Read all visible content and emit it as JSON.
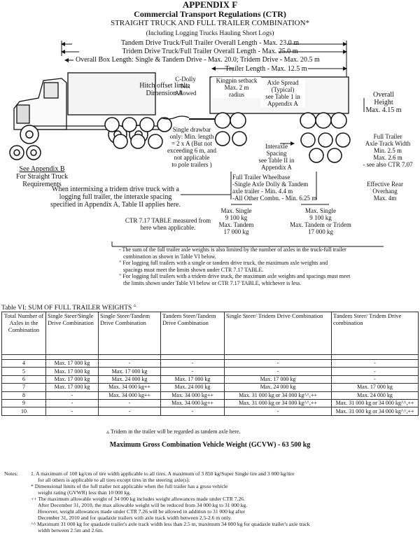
{
  "header": {
    "appendix": "APPENDIX F",
    "regs": "Commercial Transport Regulations (CTR)",
    "combo": "STRAIGHT TRUCK AND FULL TRAILER COMBINATION*",
    "logging": "(Including Logging Trucks Hauling Short Logs)"
  },
  "dims": {
    "tandem_overall": "Tandem Drive Truck/Full Trailer Overall Length - Max. 23.0 m",
    "tridem_overall": "Tridem Drive Truck/Full Trailer Overall Length - Max. 25.0 m",
    "box_length": "Overall Box Length: Single & Tandem Drive - Max. 20.0; Tridem Drive - Max. 20.5 m",
    "trailer_length": "Trailer Length - Max. 12.5 m"
  },
  "labels": {
    "hitch": [
      "Hitch offset limit:",
      "Dimension A"
    ],
    "cdolly": [
      "C-Dolly",
      "Not",
      "Allowed"
    ],
    "kingpin": [
      "Kingpin setback",
      "Max. 2 m",
      "radius"
    ],
    "axle_spread": [
      "Axle Spread",
      "(Typical)",
      "see Table 1 in",
      "Appendix A"
    ],
    "height": [
      "Overall",
      "Height",
      "Max. 4.15 m"
    ],
    "drawbar": [
      "Single drawbar",
      "only: Min. length",
      "= 2 x A (But not",
      "exceeding 6 m, and",
      "not applicable",
      "to pole trailers )"
    ],
    "interaxle": [
      "Interaxle",
      "Spacing",
      "see Table II in",
      "Appendix A"
    ],
    "track_width": [
      "Full Trailer",
      "Axle Track Width",
      "Min. 2.5 m",
      "Max. 2.6 m",
      "- see also CTR 7.07"
    ],
    "appendix_b": [
      "See Appendix B",
      "For Straight Truck",
      "Requirements"
    ],
    "tridem_note": [
      "When intermixing a tridem drive truck with a",
      "logging full trailer, the interaxle spacing",
      "specified in Appendix A, Table II applies here."
    ],
    "wheelbase": [
      "Full Trailer Wheelbase",
      "-Single Axle Dolly & Tandem",
      "axle trailer - Min. 4.4 m",
      "-All Other Combn. - Min. 6.25 m"
    ],
    "rear_overhang": [
      "Effective Rear",
      "Overhang",
      "Max. 4m"
    ],
    "ctr717": [
      "CTR 7.17 TABLE measured from",
      "here when applicable."
    ],
    "front_axle_max": [
      "Max. Single",
      "9 100 kg",
      "Max. Tandem",
      "17 000 kg"
    ],
    "rear_axle_max": [
      "Max. Single",
      "9 100 kg",
      "Max. Tandem or Tridem",
      "17 000 kg"
    ]
  },
  "footnotes": {
    "f1": [
      "- The sum of the full trailer axle weights is also limited by the number of axles in the truck-full trailer",
      "combination as shown in Table VI below."
    ],
    "f2": [
      "\" For logging full trailers with a single or tandem drive truck, the maximum axle weights and",
      "spacings must meet the limits shown under CTR 7.17 TABLE."
    ],
    "f3": [
      "\" For logging full trailers with a tridem drive truck, the maximum axle weights and spacings must meet",
      "the limits shown under Table VI below or CTR 7.17 TABLE, whichever is less."
    ]
  },
  "table": {
    "caption": "Table VI: SUM OF FULL TRAILER WEIGHTS",
    "caption_mark": "▵",
    "headers": [
      "Total Number of Axles in the Combination",
      "Single Steer/Single Drive Combination",
      "Single Steer/Tandem Drive Combination",
      "Tandem Steer/Tandem Drive Combination",
      "Single Steer/ Tridem Drive Combination",
      "Tandem Steer/ Tridem Drive combination"
    ],
    "rows": [
      [
        "4",
        "Max. 17 000 kg",
        "-",
        "-",
        "-",
        "-"
      ],
      [
        "5",
        "Max. 17 000 kg",
        "Max. 17 000 kg",
        "-",
        "-",
        "-"
      ],
      [
        "6",
        "Max. 17 000 kg",
        "Max. 24 000 kg",
        "Max. 17 000 kg",
        "Max. 17 000 kg",
        "-"
      ],
      [
        "7",
        "Max. 17 000 kg",
        "Max. 34 000 kg++",
        "Max. 24 000 kg",
        "Max. 24 000 kg",
        "Max. 17 000 kg"
      ],
      [
        "8",
        "-",
        "Max. 34 000 kg++",
        "Max. 34 000 kg++",
        "Max. 31 000 kg or 34 000 kg^^,++",
        "Max. 24 000 kg"
      ],
      [
        "9",
        "-",
        "-",
        "Max. 34 000 kg++",
        "Max. 31 000 kg or 34 000 kg^^,++",
        "Max. 31 000 kg or 34 000 kg^^,++"
      ],
      [
        "10",
        "-",
        "-",
        "-",
        "-",
        "Max. 31 000 kg or 34 000 kg^^,++"
      ]
    ],
    "tridem_note": "▵ Tridem in the trailer will be regarded as tandem axle here."
  },
  "gcvw": "Maximum Gross Combination Vehicle Weight (GCVW) - 63 500 kg",
  "notes": {
    "label": "Notes:",
    "lines": [
      "1. A maximum of 100 kg/cm of tire width applicable to all tires. A maximum of 3 850 kg/Super Single tire and 3 000 kg/tire",
      "for all others is applicable to all tires except tires in the steering axle(s).",
      "* Dimensional limits of the full trailer not applicable when the full trailer has a gross vehicle",
      "weight rating (GVWR) less than 10 000 kg.",
      "++ The maximum allowable weight of 34 000 kg includes weight allowances made under CTR 7.26.",
      "After December 31, 2010, the max allowable weight will be reduced from 34 000 kg to 31 000 kg.",
      "However, weight allowances made under CTR 7.26 will be allowed in addition to 31 000 kg after",
      "December 31, 2010 and for quadaxle trailers with axle track width between 2.5-2.6 m only.",
      "^^ Maximum 31 000 kg for quadaxle trailer's axle track width less than 2.5 m, maximum 34 000 kg for quadaxle trailer's axle track",
      "width between 2.5m and 2.6m."
    ]
  }
}
